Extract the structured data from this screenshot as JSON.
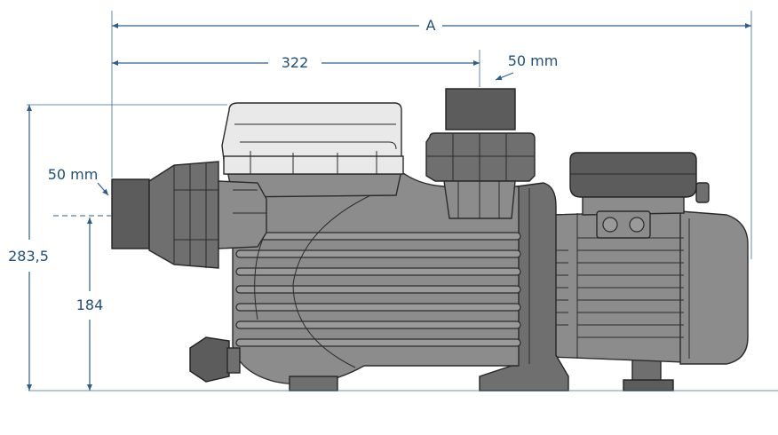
{
  "dimensions": {
    "overall_length_label": "A",
    "suction_to_discharge_label": "322",
    "discharge_diameter_label": "50 mm",
    "suction_diameter_label": "50 mm",
    "total_height_label": "283,5",
    "axis_height_label": "184"
  },
  "colors": {
    "dimension": "#2d5f8a",
    "pump_body": "#8c8c8c",
    "pump_dark": "#5c5c5c",
    "lid": "#e9e9e9"
  }
}
